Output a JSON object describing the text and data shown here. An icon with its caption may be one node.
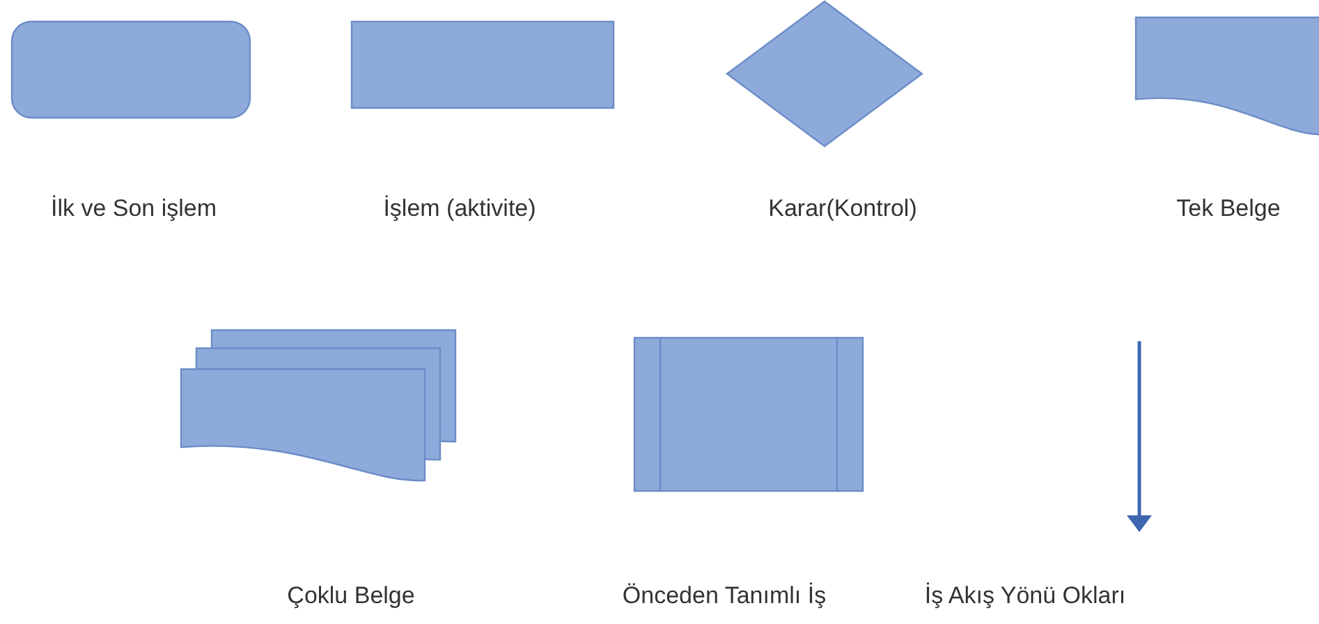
{
  "diagram": {
    "nodes": [
      {
        "text": [
          "İlk ve Son işlem"
        ]
      },
      {
        "text": [
          "İşlem (aktivite)"
        ]
      },
      {
        "text": [
          "Karar(Kontrol)"
        ]
      },
      {
        "text": [
          "Tek Belge"
        ]
      },
      {
        "text": [
          "Çoklu Belge"
        ]
      },
      {
        "text": [
          "Önceden Tanımlı İş"
        ]
      }
    ],
    "labels": [
      "İş Akış Yönü Okları"
    ]
  }
}
